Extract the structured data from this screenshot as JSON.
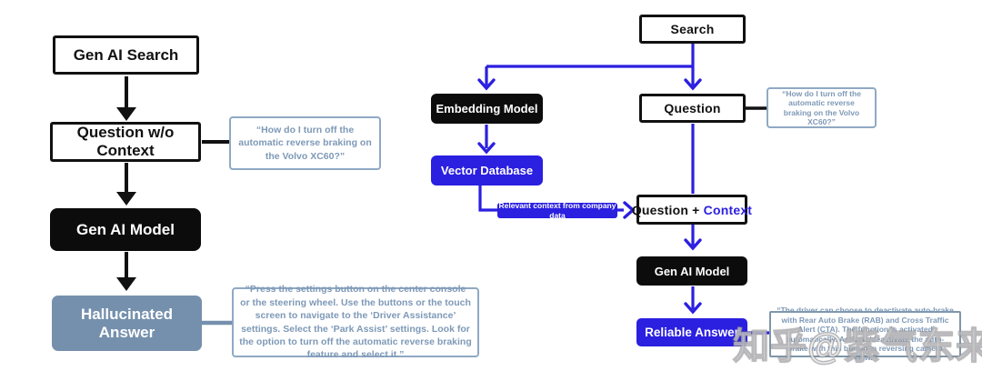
{
  "left_flow": {
    "search_box": "Gen AI Search",
    "question_box": "Question w/o Context",
    "model_box": "Gen AI Model",
    "answer_box": "Hallucinated Answer",
    "question_callout": "“How do I turn off the automatic reverse braking on the Volvo XC60?”",
    "answer_callout": "“Press the settings button on the center console or the steering wheel. Use the buttons or the touch screen to navigate to the ‘Driver Assistance’ settings. Select the ‘Park Assist’ settings. Look for the option to turn off the automatic reverse braking feature and select it.”"
  },
  "right_flow": {
    "search_box": "Search",
    "embedding_box": "Embedding Model",
    "vector_box": "Vector Database",
    "question_box": "Question",
    "question_callout": "“How do I turn off the automatic reverse braking on the Volvo XC60?”",
    "context_pill": "Relevant context from company data",
    "qc_question": "Question + ",
    "qc_context": "Context",
    "model_box": "Gen AI Model",
    "answer_box": "Reliable Answer",
    "answer_callout": "“The driver can choose to deactivate auto-brake with Rear Auto Brake (RAB) and Cross Traffic Alert (CTA). The function is activated automatically. Activate/deactivate the auto-brake with this button in reversing camera view.”"
  },
  "watermark": "知乎@紫气东来",
  "colors": {
    "accent_blue": "#2b1fe0",
    "steel_blue": "#7590ad",
    "callout_border": "#8fa9c4",
    "callout_text": "#7e99b7",
    "box_black": "#0c0c0c"
  }
}
